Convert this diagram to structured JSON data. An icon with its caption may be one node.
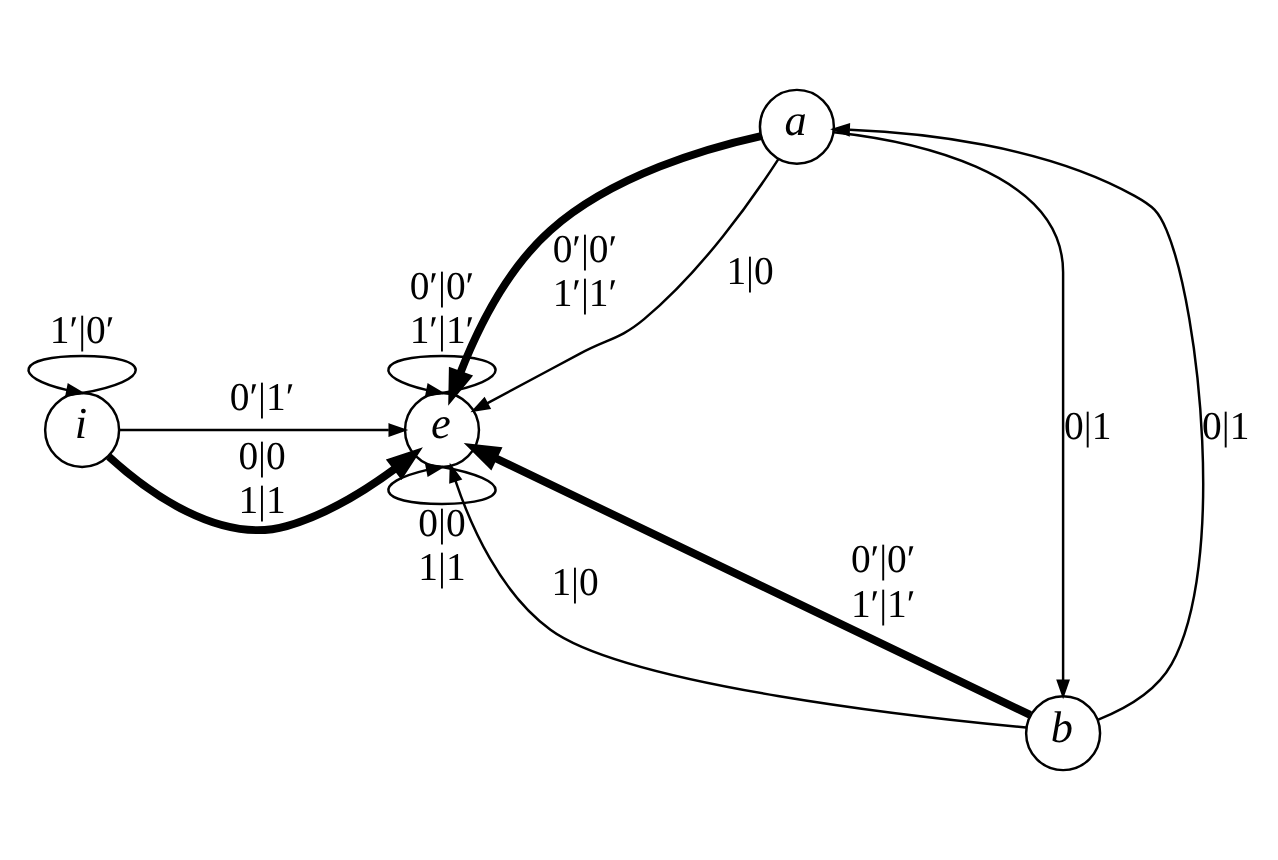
{
  "diagram": {
    "nodes": [
      {
        "text": [
          "i"
        ]
      },
      {
        "text": [
          "e"
        ]
      },
      {
        "text": [
          "a"
        ]
      },
      {
        "text": [
          "b"
        ]
      }
    ],
    "edges": [
      {
        "from": 0,
        "to": 0,
        "arrow": "to",
        "label": "1′|0′"
      },
      {
        "from": 0,
        "to": 1,
        "arrow": "to",
        "label": "0′|1′"
      },
      {
        "from": 0,
        "to": 1,
        "arrow": "to",
        "label": "0|0 1|1",
        "style": "thick"
      },
      {
        "from": 1,
        "to": 1,
        "arrow": "to",
        "label": "0′|0′ 1′|1′"
      },
      {
        "from": 1,
        "to": 1,
        "arrow": "to",
        "label": "0|0 1|1"
      },
      {
        "from": 2,
        "to": 1,
        "arrow": "to",
        "label": "0′|0′ 1′|1′",
        "style": "thick"
      },
      {
        "from": 2,
        "to": 1,
        "arrow": "to",
        "label": "1|0"
      },
      {
        "from": 2,
        "to": 3,
        "arrow": "to",
        "label": "0|1"
      },
      {
        "from": 3,
        "to": 2,
        "arrow": "to",
        "label": "0|1"
      },
      {
        "from": 3,
        "to": 1,
        "arrow": "to",
        "label": "1|0"
      },
      {
        "from": 3,
        "to": 1,
        "arrow": "to",
        "label": "0′|0′ 1′|1′",
        "style": "thick"
      }
    ]
  }
}
